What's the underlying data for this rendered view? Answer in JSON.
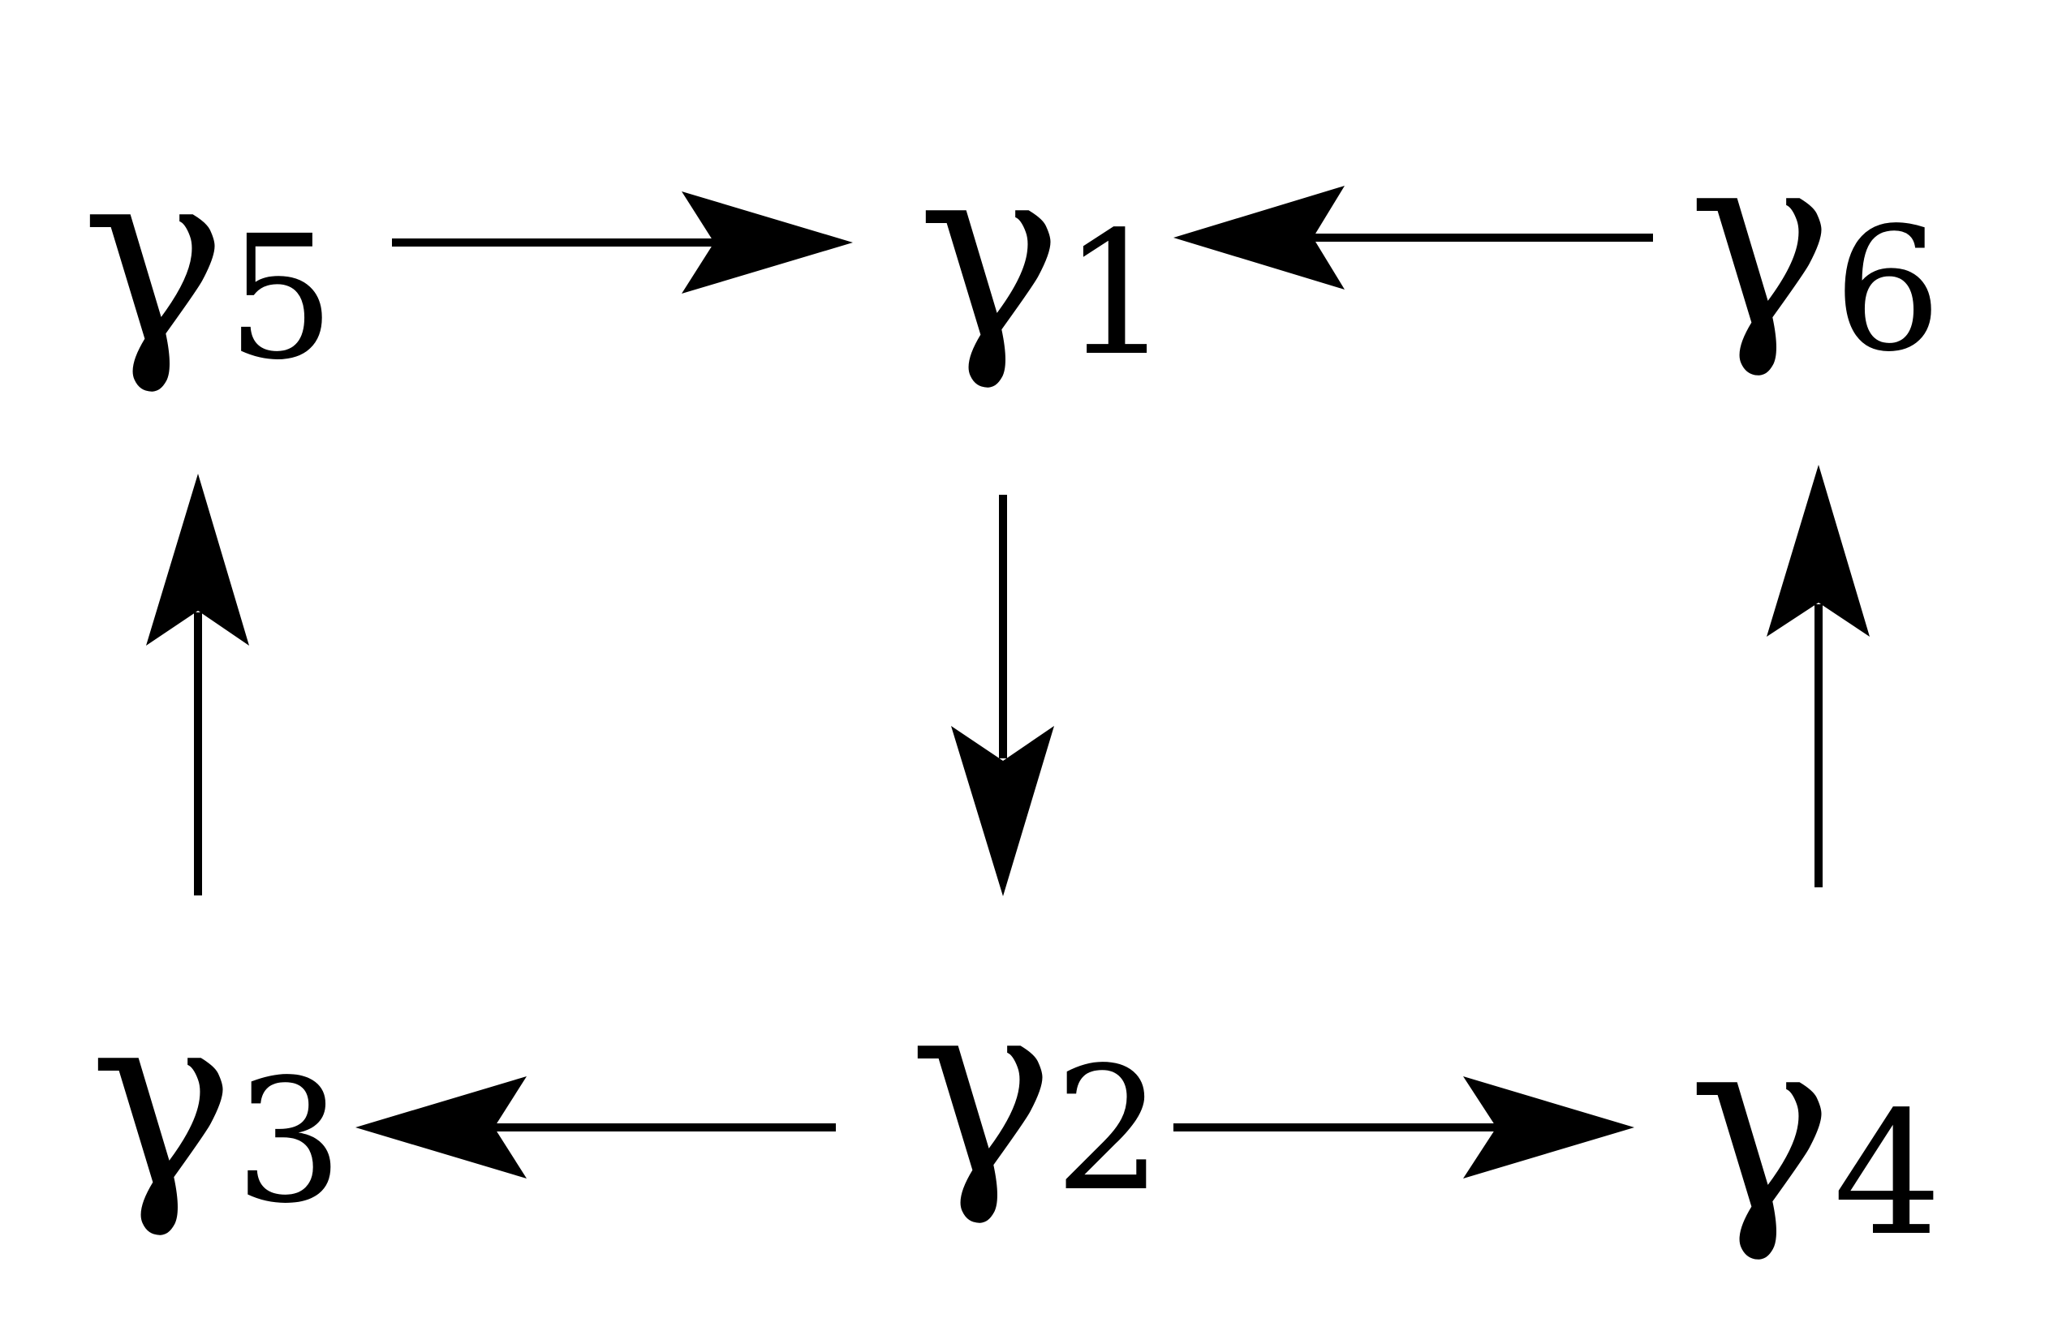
{
  "diagram": {
    "nodes": [
      {
        "id": "g5",
        "symbol": "γ",
        "subscript": "5"
      },
      {
        "id": "g1",
        "symbol": "γ",
        "subscript": "1"
      },
      {
        "id": "g6",
        "symbol": "γ",
        "subscript": "6"
      },
      {
        "id": "g3",
        "symbol": "γ",
        "subscript": "3"
      },
      {
        "id": "g2",
        "symbol": "γ",
        "subscript": "2"
      },
      {
        "id": "g4",
        "symbol": "γ",
        "subscript": "4"
      }
    ],
    "edges": [
      {
        "from": "g5",
        "to": "g1"
      },
      {
        "from": "g6",
        "to": "g1"
      },
      {
        "from": "g1",
        "to": "g2"
      },
      {
        "from": "g2",
        "to": "g3"
      },
      {
        "from": "g2",
        "to": "g4"
      },
      {
        "from": "g3",
        "to": "g5"
      },
      {
        "from": "g4",
        "to": "g6"
      }
    ],
    "colors": {
      "ink": "#000000",
      "background": "#ffffff"
    }
  }
}
